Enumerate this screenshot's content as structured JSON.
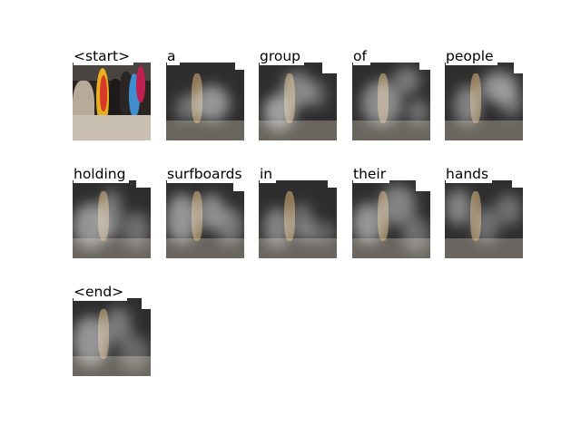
{
  "caption_tokens": [
    "<start>",
    "a",
    "group",
    "of",
    "people",
    "holding",
    "surfboards",
    "in",
    "their",
    "hands",
    "<end>"
  ],
  "colors": {
    "background": "#ffffff",
    "text": "#000000"
  }
}
